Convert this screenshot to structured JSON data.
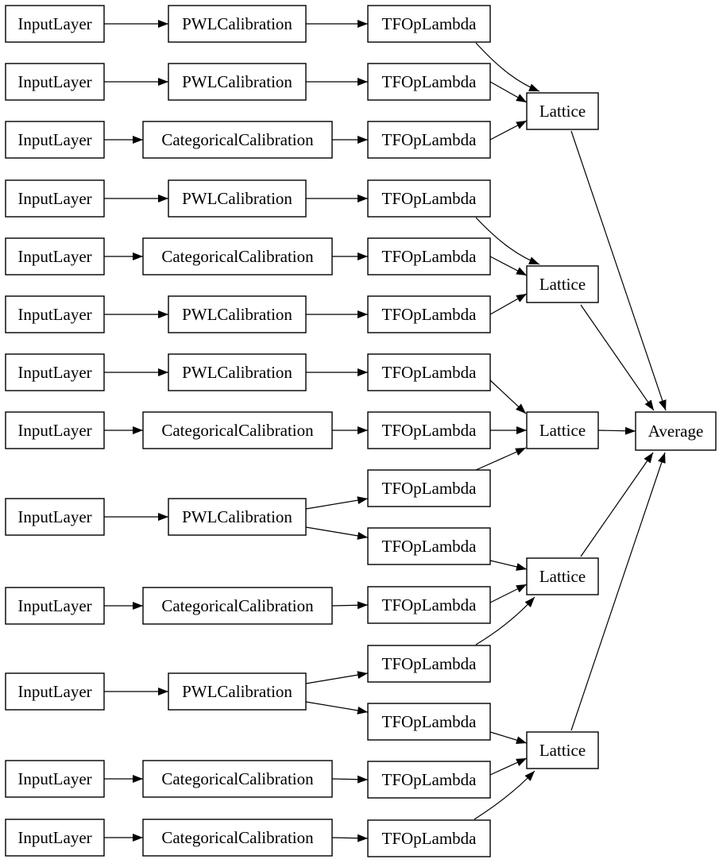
{
  "diagram": {
    "title": "keras-lattice-ensemble-model-graph",
    "type": "directed-graph",
    "colors": {
      "background": "#ffffff",
      "node_fill": "#ffffff",
      "node_border": "#000000",
      "edge": "#000000",
      "text": "#000000"
    },
    "node_type_labels": {
      "input": "InputLayer",
      "pwl_calibration": "PWLCalibration",
      "categorical_calibration": "CategoricalCalibration",
      "tf_op_lambda": "TFOpLambda",
      "lattice": "Lattice",
      "average": "Average"
    },
    "counts": {
      "input_layers": 13,
      "pwl_calibrations": 7,
      "categorical_calibrations": 6,
      "tf_op_lambdas": 15,
      "lattices": 5,
      "averages": 1
    },
    "nodes": [
      {
        "id": "in1",
        "label": "InputLayer"
      },
      {
        "id": "in2",
        "label": "InputLayer"
      },
      {
        "id": "in3",
        "label": "InputLayer"
      },
      {
        "id": "in4",
        "label": "InputLayer"
      },
      {
        "id": "in5",
        "label": "InputLayer"
      },
      {
        "id": "in6",
        "label": "InputLayer"
      },
      {
        "id": "in7",
        "label": "InputLayer"
      },
      {
        "id": "in8",
        "label": "InputLayer"
      },
      {
        "id": "in9",
        "label": "InputLayer"
      },
      {
        "id": "in10",
        "label": "InputLayer"
      },
      {
        "id": "in11",
        "label": "InputLayer"
      },
      {
        "id": "in12",
        "label": "InputLayer"
      },
      {
        "id": "in13",
        "label": "InputLayer"
      },
      {
        "id": "cal1",
        "label": "PWLCalibration"
      },
      {
        "id": "cal2",
        "label": "PWLCalibration"
      },
      {
        "id": "cal3",
        "label": "CategoricalCalibration"
      },
      {
        "id": "cal4",
        "label": "PWLCalibration"
      },
      {
        "id": "cal5",
        "label": "CategoricalCalibration"
      },
      {
        "id": "cal6",
        "label": "PWLCalibration"
      },
      {
        "id": "cal7",
        "label": "PWLCalibration"
      },
      {
        "id": "cal8",
        "label": "CategoricalCalibration"
      },
      {
        "id": "cal9",
        "label": "PWLCalibration"
      },
      {
        "id": "cal10",
        "label": "CategoricalCalibration"
      },
      {
        "id": "cal11",
        "label": "PWLCalibration"
      },
      {
        "id": "cal12",
        "label": "CategoricalCalibration"
      },
      {
        "id": "cal13",
        "label": "CategoricalCalibration"
      },
      {
        "id": "tf1",
        "label": "TFOpLambda"
      },
      {
        "id": "tf2",
        "label": "TFOpLambda"
      },
      {
        "id": "tf3",
        "label": "TFOpLambda"
      },
      {
        "id": "tf4",
        "label": "TFOpLambda"
      },
      {
        "id": "tf5",
        "label": "TFOpLambda"
      },
      {
        "id": "tf6",
        "label": "TFOpLambda"
      },
      {
        "id": "tf7",
        "label": "TFOpLambda"
      },
      {
        "id": "tf8",
        "label": "TFOpLambda"
      },
      {
        "id": "tf9",
        "label": "TFOpLambda"
      },
      {
        "id": "tf10",
        "label": "TFOpLambda"
      },
      {
        "id": "tf11",
        "label": "TFOpLambda"
      },
      {
        "id": "tf12",
        "label": "TFOpLambda"
      },
      {
        "id": "tf13",
        "label": "TFOpLambda"
      },
      {
        "id": "tf14",
        "label": "TFOpLambda"
      },
      {
        "id": "tf15",
        "label": "TFOpLambda"
      },
      {
        "id": "lat1",
        "label": "Lattice"
      },
      {
        "id": "lat2",
        "label": "Lattice"
      },
      {
        "id": "lat3",
        "label": "Lattice"
      },
      {
        "id": "lat4",
        "label": "Lattice"
      },
      {
        "id": "lat5",
        "label": "Lattice"
      },
      {
        "id": "avg",
        "label": "Average"
      }
    ],
    "edges": [
      {
        "from": "in1",
        "to": "cal1"
      },
      {
        "from": "in2",
        "to": "cal2"
      },
      {
        "from": "in3",
        "to": "cal3"
      },
      {
        "from": "in4",
        "to": "cal4"
      },
      {
        "from": "in5",
        "to": "cal5"
      },
      {
        "from": "in6",
        "to": "cal6"
      },
      {
        "from": "in7",
        "to": "cal7"
      },
      {
        "from": "in8",
        "to": "cal8"
      },
      {
        "from": "in9",
        "to": "cal9"
      },
      {
        "from": "in10",
        "to": "cal10"
      },
      {
        "from": "in11",
        "to": "cal11"
      },
      {
        "from": "in12",
        "to": "cal12"
      },
      {
        "from": "in13",
        "to": "cal13"
      },
      {
        "from": "cal1",
        "to": "tf1"
      },
      {
        "from": "cal2",
        "to": "tf2"
      },
      {
        "from": "cal3",
        "to": "tf3"
      },
      {
        "from": "cal4",
        "to": "tf4"
      },
      {
        "from": "cal5",
        "to": "tf5"
      },
      {
        "from": "cal6",
        "to": "tf6"
      },
      {
        "from": "cal7",
        "to": "tf7"
      },
      {
        "from": "cal8",
        "to": "tf8"
      },
      {
        "from": "cal9",
        "to": "tf9"
      },
      {
        "from": "cal9",
        "to": "tf10"
      },
      {
        "from": "cal10",
        "to": "tf11"
      },
      {
        "from": "cal11",
        "to": "tf12"
      },
      {
        "from": "cal11",
        "to": "tf13"
      },
      {
        "from": "cal12",
        "to": "tf14"
      },
      {
        "from": "cal13",
        "to": "tf15"
      },
      {
        "from": "tf1",
        "to": "lat1"
      },
      {
        "from": "tf2",
        "to": "lat1"
      },
      {
        "from": "tf3",
        "to": "lat1"
      },
      {
        "from": "tf4",
        "to": "lat2"
      },
      {
        "from": "tf5",
        "to": "lat2"
      },
      {
        "from": "tf6",
        "to": "lat2"
      },
      {
        "from": "tf7",
        "to": "lat3"
      },
      {
        "from": "tf8",
        "to": "lat3"
      },
      {
        "from": "tf9",
        "to": "lat3"
      },
      {
        "from": "tf10",
        "to": "lat4"
      },
      {
        "from": "tf11",
        "to": "lat4"
      },
      {
        "from": "tf12",
        "to": "lat4"
      },
      {
        "from": "tf13",
        "to": "lat5"
      },
      {
        "from": "tf14",
        "to": "lat5"
      },
      {
        "from": "tf15",
        "to": "lat5"
      },
      {
        "from": "lat1",
        "to": "avg"
      },
      {
        "from": "lat2",
        "to": "avg"
      },
      {
        "from": "lat3",
        "to": "avg"
      },
      {
        "from": "lat4",
        "to": "avg"
      },
      {
        "from": "lat5",
        "to": "avg"
      }
    ]
  }
}
